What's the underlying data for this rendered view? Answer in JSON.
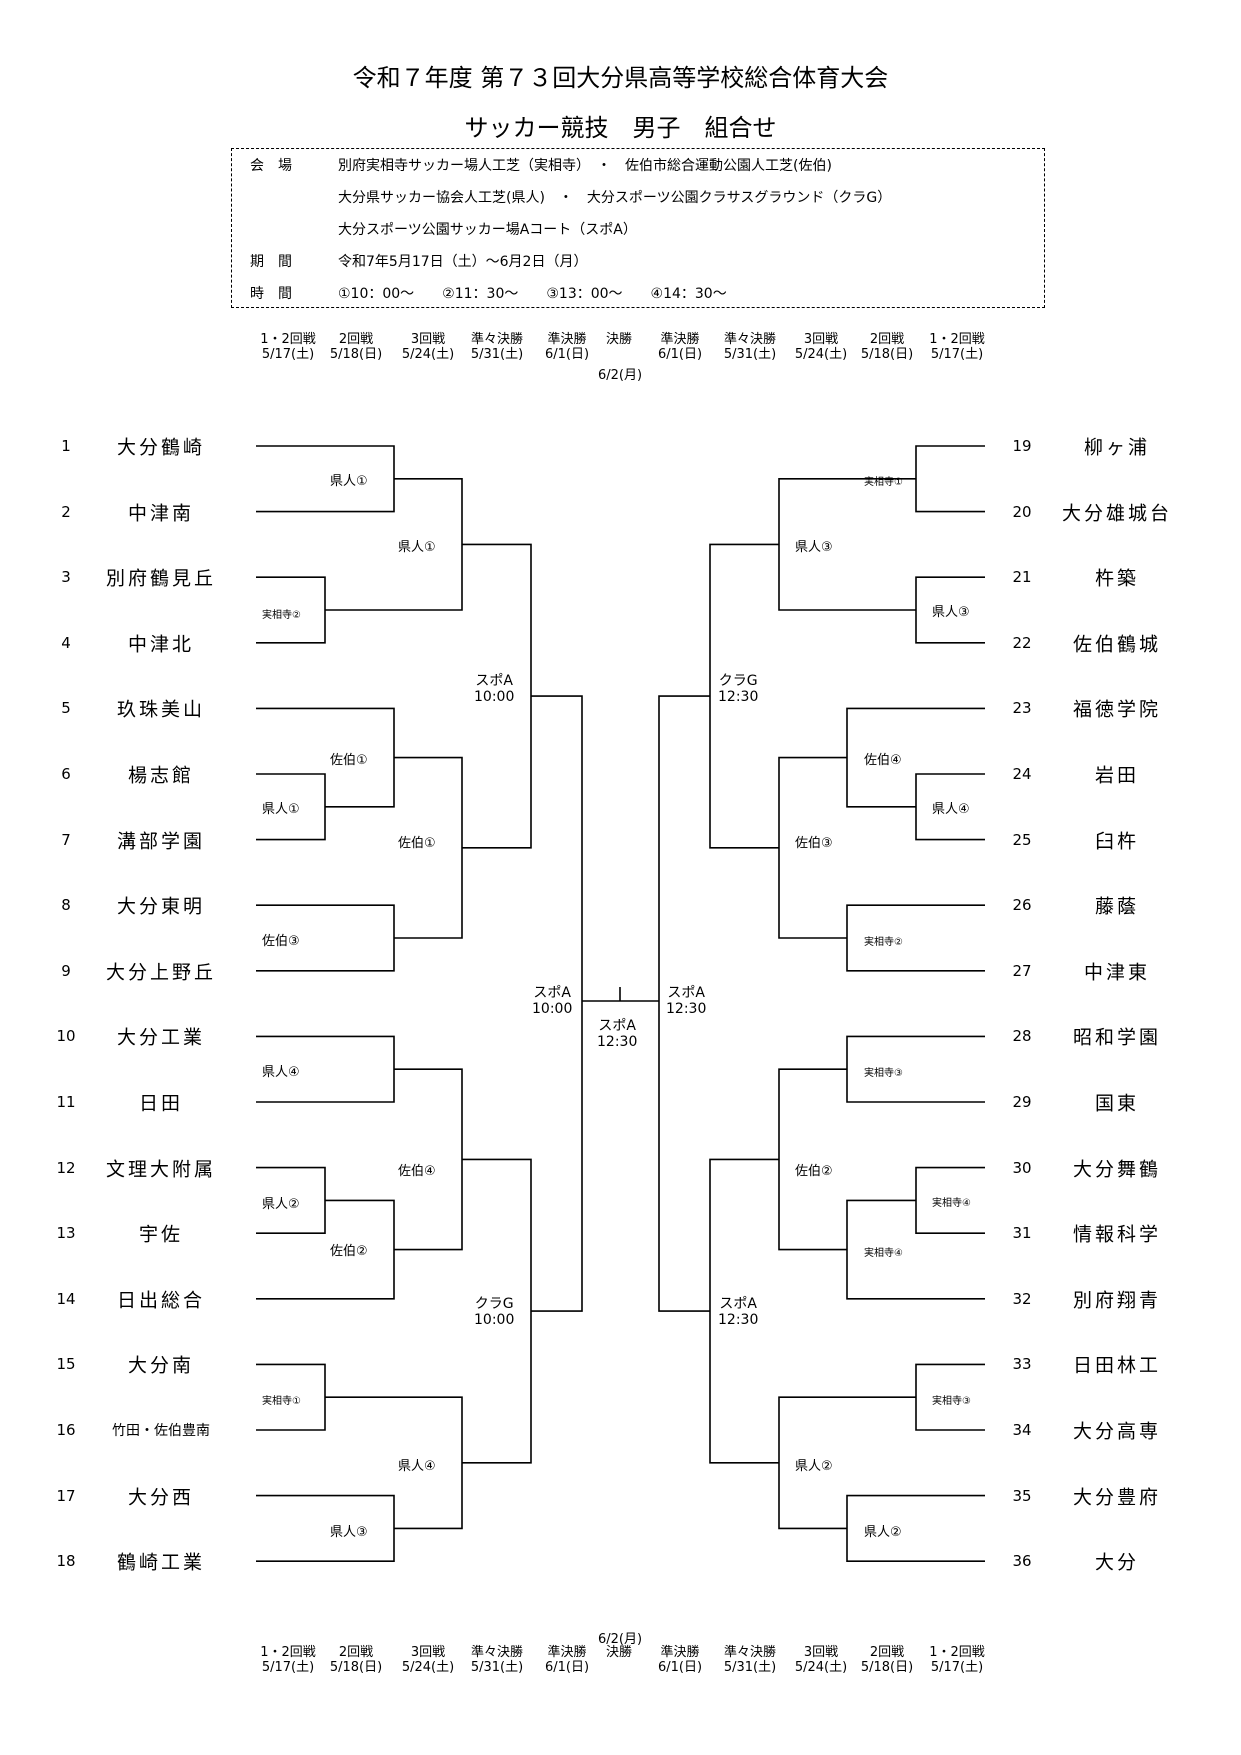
{
  "title1": "令和７年度 第７３回大分県高等学校総合体育大会",
  "title2": "サッカー競技　男子　組合せ",
  "info": {
    "venue_label": "会　場",
    "venue_line1": "別府実相寺サッカー場人工芝（実相寺）　・　佐伯市総合運動公園人工芝(佐伯)",
    "venue_line2": "大分県サッカー協会人工芝(県人)　・　大分スポーツ公園クラサスグラウンド（クラG）",
    "venue_line3": "大分スポーツ公園サッカー場Aコート（スポA）",
    "period_label": "期　間",
    "period": "令和7年5月17日（土）～6月2日（月）",
    "time_label": "時　間",
    "time": "①10：00～　　②11：30～　　③13：00～　　④14：30～"
  },
  "rounds": [
    {
      "name": "1・2回戦",
      "date": "5/17(土)"
    },
    {
      "name": "2回戦",
      "date": "5/18(日)"
    },
    {
      "name": "3回戦",
      "date": "5/24(土)"
    },
    {
      "name": "準々決勝",
      "date": "5/31(土)"
    },
    {
      "name": "準決勝",
      "date": "6/1(日)"
    },
    {
      "name": "決勝",
      "date": ""
    },
    {
      "name": "準決勝",
      "date": "6/1(日)"
    },
    {
      "name": "準々決勝",
      "date": "5/31(土)"
    },
    {
      "name": "3回戦",
      "date": "5/24(土)"
    },
    {
      "name": "2回戦",
      "date": "5/18(日)"
    },
    {
      "name": "1・2回戦",
      "date": "5/17(土)"
    }
  ],
  "final_date": "6/2(月)",
  "teams_left": [
    {
      "no": "1",
      "name": "大分鶴崎"
    },
    {
      "no": "2",
      "name": "中津南"
    },
    {
      "no": "3",
      "name": "別府鶴見丘"
    },
    {
      "no": "4",
      "name": "中津北"
    },
    {
      "no": "5",
      "name": "玖珠美山"
    },
    {
      "no": "6",
      "name": "楊志館"
    },
    {
      "no": "7",
      "name": "溝部学園"
    },
    {
      "no": "8",
      "name": "大分東明"
    },
    {
      "no": "9",
      "name": "大分上野丘"
    },
    {
      "no": "10",
      "name": "大分工業"
    },
    {
      "no": "11",
      "name": "日田"
    },
    {
      "no": "12",
      "name": "文理大附属"
    },
    {
      "no": "13",
      "name": "宇佐"
    },
    {
      "no": "14",
      "name": "日出総合"
    },
    {
      "no": "15",
      "name": "大分南"
    },
    {
      "no": "16",
      "name": "竹田・佐伯豊南"
    },
    {
      "no": "17",
      "name": "大分西"
    },
    {
      "no": "18",
      "name": "鶴崎工業"
    }
  ],
  "teams_right": [
    {
      "no": "19",
      "name": "柳ヶ浦"
    },
    {
      "no": "20",
      "name": "大分雄城台"
    },
    {
      "no": "21",
      "name": "杵築"
    },
    {
      "no": "22",
      "name": "佐伯鶴城"
    },
    {
      "no": "23",
      "name": "福徳学院"
    },
    {
      "no": "24",
      "name": "岩田"
    },
    {
      "no": "25",
      "name": "臼杵"
    },
    {
      "no": "26",
      "name": "藤蔭"
    },
    {
      "no": "27",
      "name": "中津東"
    },
    {
      "no": "28",
      "name": "昭和学園"
    },
    {
      "no": "29",
      "name": "国東"
    },
    {
      "no": "30",
      "name": "大分舞鶴"
    },
    {
      "no": "31",
      "name": "情報科学"
    },
    {
      "no": "32",
      "name": "別府翔青"
    },
    {
      "no": "33",
      "name": "日田林工"
    },
    {
      "no": "34",
      "name": "大分高専"
    },
    {
      "no": "35",
      "name": "大分豊府"
    },
    {
      "no": "36",
      "name": "大分"
    }
  ],
  "venues": {
    "l_r1_1_2": "県人①",
    "l_r1_3_4": "実相寺②",
    "l_r1_6_7": "県人①",
    "l_r1_8_9": "佐伯③",
    "l_r1_10_11": "県人④",
    "l_r1_12_13": "県人②",
    "l_r1_15_16": "実相寺①",
    "l_r1_17_18": "県人③",
    "l_r2_5_67": "佐伯①",
    "l_r2_1213_14": "佐伯②",
    "l_r3_top": "県人①",
    "l_r3_mid": "佐伯①",
    "l_r3_low": "佐伯④",
    "l_r3_bot": "県人④",
    "l_qf_top": "スポA\n10:00",
    "l_qf_bot": "クラG\n10:00",
    "l_sf": "スポA\n10:00",
    "final": "スポA\n12:30",
    "r_r1_19_20": "実相寺①",
    "r_r1_21_22": "県人③",
    "r_r1_24_25": "県人④",
    "r_r1_26_27": "実相寺②",
    "r_r1_28_29": "実相寺③",
    "r_r1_30_31": "実相寺④",
    "r_r1_33_34": "実相寺③",
    "r_r1_35_36": "県人②",
    "r_r2_23_2425": "佐伯④",
    "r_r2_3031_32": "実相寺④",
    "r_r3_top": "県人③",
    "r_r3_mid": "佐伯③",
    "r_r3_low": "佐伯②",
    "r_r3_bot": "県人②",
    "r_qf_top": "クラG\n12:30",
    "r_qf_bot": "スポA\n12:30",
    "r_sf": "スポA\n12:30"
  }
}
